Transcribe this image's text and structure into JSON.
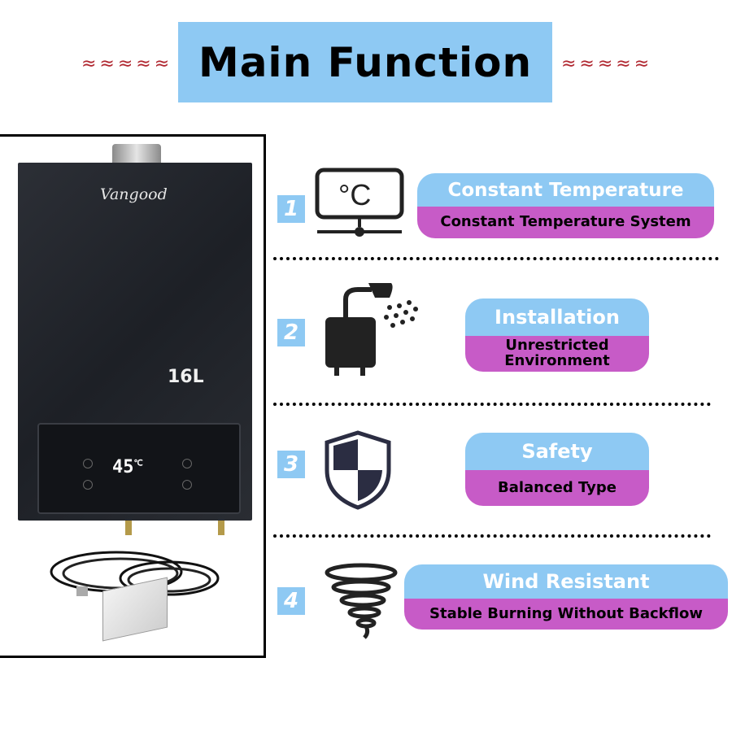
{
  "header": {
    "title": "Main Function",
    "squiggle_left": "≈≈≈≈≈",
    "squiggle_right": "≈≈≈≈≈"
  },
  "product": {
    "brand": "Vangood",
    "capacity": "16L",
    "display_temp": "45",
    "display_unit": "℃"
  },
  "features": [
    {
      "number": "1",
      "title": "Constant Temperature",
      "subtitle": "Constant Temperature System",
      "icon": "thermometer-monitor-icon"
    },
    {
      "number": "2",
      "title": "Installation",
      "subtitle_line1": "Unrestricted",
      "subtitle_line2": "Environment",
      "icon": "shower-heater-icon"
    },
    {
      "number": "3",
      "title": "Safety",
      "subtitle": "Balanced Type",
      "icon": "shield-icon"
    },
    {
      "number": "4",
      "title": "Wind Resistant",
      "subtitle": "Stable Burning Without Backflow",
      "icon": "tornado-icon"
    }
  ],
  "colors": {
    "banner_blue": "#8ec9f3",
    "pill_magenta": "#c75bc7",
    "squiggle_red": "#b0262f"
  }
}
